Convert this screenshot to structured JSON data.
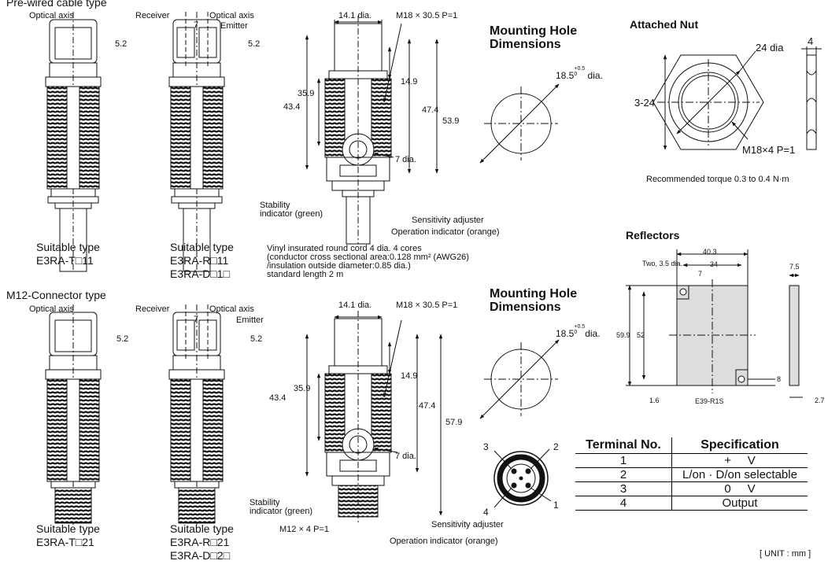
{
  "sections": {
    "prewired_title": "Pre-wired cable type",
    "connector_title": "M12-Connector type"
  },
  "prewired": {
    "sensor_t": {
      "labels": {
        "optical_axis": "Optical axis",
        "dim_52": "5.2"
      },
      "suitable_label": "Suitable type",
      "types": [
        "E3RA-T□11"
      ]
    },
    "sensor_r": {
      "labels": {
        "receiver": "Receiver",
        "optical_axis": "Optical axis",
        "emitter": "Emitter",
        "dim_7": "7",
        "dim_52": "5.2"
      },
      "suitable_label": "Suitable type",
      "types": [
        "E3RA-R□11",
        "E3RA-D□1□"
      ]
    },
    "side": {
      "dims": {
        "dia141": "14.1 dia.",
        "thread": "M18 × 30.5 P=1",
        "d149": "14.9",
        "d359": "35.9",
        "d434": "43.4",
        "d474": "47.4",
        "d539": "53.9",
        "d7": "7 dia."
      },
      "stability": "Stability\nindicator (green)",
      "sensitivity": "Sensitivity adjuster",
      "operation": "Operation indicator (orange)",
      "cord_note": "Vinyl insurated round cord 4 dia. 4 cores\n(conductor cross sectional area:0.128 mm² (AWG26)\n/insulation outside diameter:0.85 dia.)\nstandard length 2 m"
    },
    "mounting": {
      "title": "Mounting Hole\nDimensions",
      "dim": "18.5",
      "tol_up": "+0.5",
      "tol_down": "0",
      "dia": " dia."
    }
  },
  "connector": {
    "sensor_t": {
      "labels": {
        "optical_axis": "Optical axis",
        "dim_52": "5.2"
      },
      "suitable_label": "Suitable type",
      "types": [
        "E3RA-T□21"
      ]
    },
    "sensor_r": {
      "labels": {
        "receiver": "Receiver",
        "optical_axis": "Optical axis",
        "emitter": "Emitter",
        "dim_7": "7",
        "dim_52": "5.2"
      },
      "suitable_label": "Suitable type",
      "types": [
        "E3RA-R□21",
        "E3RA-D□2□"
      ]
    },
    "side": {
      "dims": {
        "dia141": "14.1 dia.",
        "thread": "M18 × 30.5 P=1",
        "d149": "14.9",
        "d359": "35.9",
        "d434": "43.4",
        "d474": "47.4",
        "d579": "57.9",
        "d7": "7 dia.",
        "m12": "M12 × 4 P=1"
      },
      "stability": "Stability\nindicator (green)",
      "sensitivity": "Sensitivity adjuster",
      "operation": "Operation indicator (orange)"
    },
    "mounting": {
      "title": "Mounting Hole\nDimensions",
      "dim": "18.5",
      "tol_up": "+0.5",
      "tol_down": "0",
      "dia": "dia."
    },
    "pins": [
      "1",
      "2",
      "3",
      "4"
    ]
  },
  "nut": {
    "title": "Attached Nut",
    "dia24": "24 dia",
    "width": "4",
    "across": "3-24",
    "thread": "M18×4 P=1",
    "torque": "Recommended torque 0.3 to 0.4 N·m"
  },
  "reflector": {
    "title": "Reflectors",
    "holes": "Two, 3.5 dia.",
    "d403": "40.3",
    "d34": "34",
    "d7": "7",
    "d599": "59.9",
    "d52": "52",
    "d16": "1.6",
    "d8": "8",
    "d75": "7.5",
    "d27": "2.7",
    "model": "E39-R1S"
  },
  "terminal_table": {
    "headers": [
      "Terminal No.",
      "Specification"
    ],
    "rows": [
      [
        "1",
        "+     V"
      ],
      [
        "2",
        "L/on · D/on selectable"
      ],
      [
        "3",
        "0     V"
      ],
      [
        "4",
        "Output"
      ]
    ]
  },
  "unit": "[ UNIT : mm ]"
}
